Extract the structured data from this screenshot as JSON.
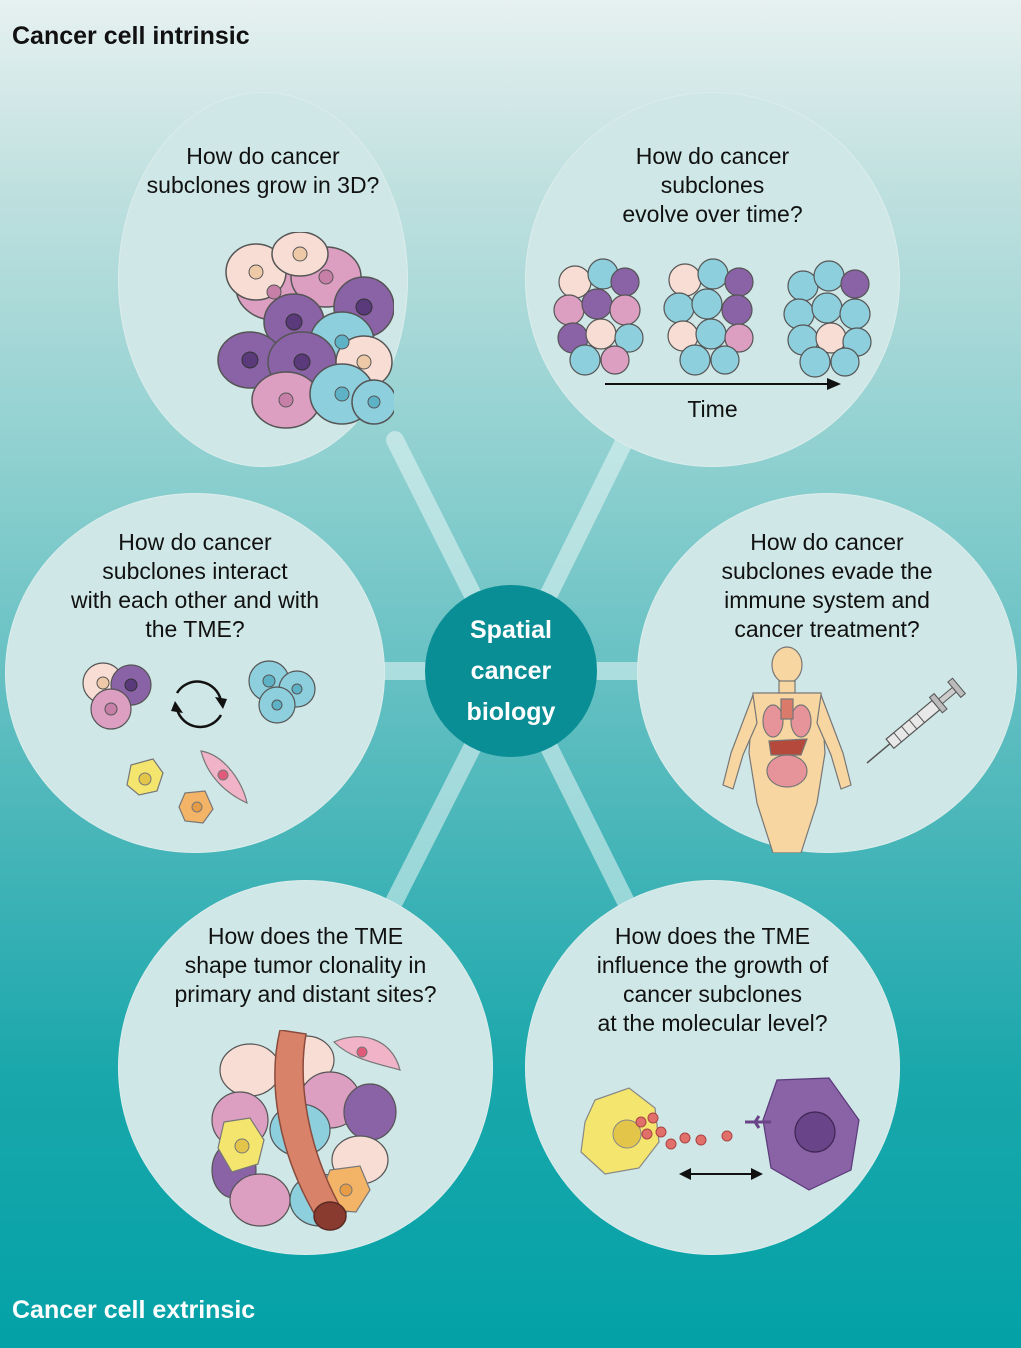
{
  "labels": {
    "top": "Cancer cell intrinsic",
    "bottom": "Cancer cell extrinsic"
  },
  "hub": {
    "text": "Spatial\ncancer\nbiology"
  },
  "bubbles": [
    {
      "question": "How do cancer\nsubclones grow in 3D?"
    },
    {
      "question": "How do cancer\nsubclones\nevolve over time?",
      "axis_label": "Time"
    },
    {
      "question": "How do cancer\nsubclones interact\nwith each other and with\nthe TME?"
    },
    {
      "question": "How do cancer\nsubclones evade the\nimmune system and\ncancer treatment?"
    },
    {
      "question": "How does the TME\nshape tumor clonality in\nprimary and distant sites?"
    },
    {
      "question": "How does the TME\ninfluence the growth of\ncancer subclones\nat the molecular level?"
    }
  ],
  "colors": {
    "bubble": "#cfe7e6",
    "hub": "#0a8e95",
    "cell_pink": "#dc9fc1",
    "cell_peach": "#f7ddd3",
    "cell_purple": "#8a62a6",
    "cell_blue": "#8ecfdd",
    "cell_yellow": "#f3e56e",
    "cell_orange": "#f4b467",
    "body_skin": "#f7d6a1",
    "vessel": "#d9826a"
  }
}
